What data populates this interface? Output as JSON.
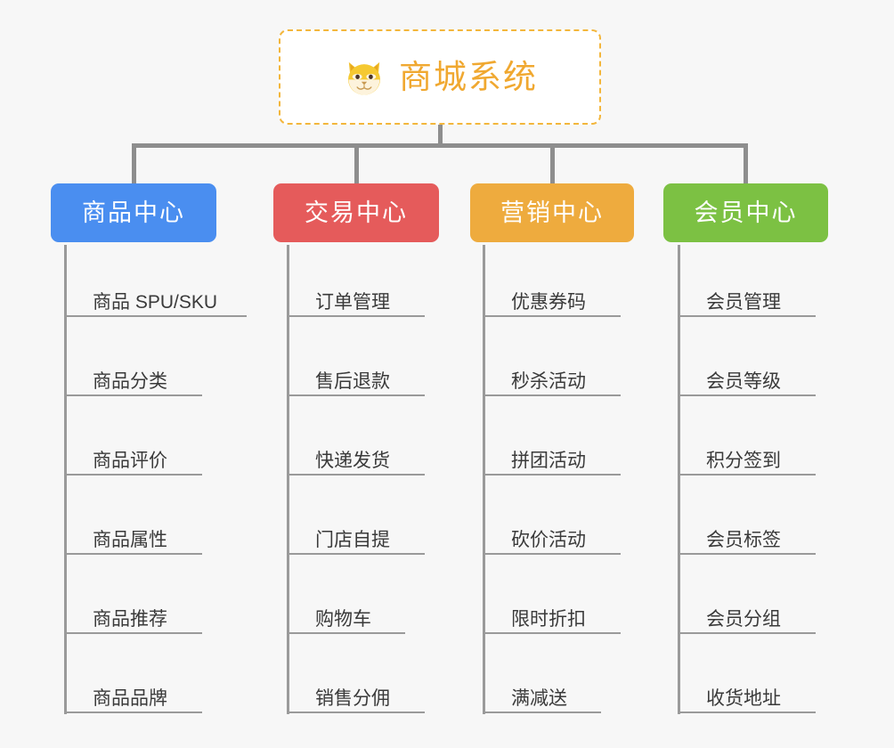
{
  "page": {
    "background_color": "#f7f7f7",
    "line_color": "#8e8e8e"
  },
  "root": {
    "title": "商城系统",
    "icon": "shiba-dog-icon",
    "text_color": "#f0a830",
    "border_color": "#f3b63c",
    "background_color": "#ffffff"
  },
  "columns": [
    {
      "id": "product-center",
      "label": "商品中心",
      "color": "#4a8ef0",
      "items": [
        "商品 SPU/SKU",
        "商品分类",
        "商品评价",
        "商品属性",
        "商品推荐",
        "商品品牌"
      ]
    },
    {
      "id": "trade-center",
      "label": "交易中心",
      "color": "#e55b5b",
      "items": [
        "订单管理",
        "售后退款",
        "快递发货",
        "门店自提",
        "购物车",
        "销售分佣"
      ]
    },
    {
      "id": "marketing-center",
      "label": "营销中心",
      "color": "#eeab3e",
      "items": [
        "优惠券码",
        "秒杀活动",
        "拼团活动",
        "砍价活动",
        "限时折扣",
        "满减送"
      ]
    },
    {
      "id": "member-center",
      "label": "会员中心",
      "color": "#7cc143",
      "items": [
        "会员管理",
        "会员等级",
        "积分签到",
        "会员标签",
        "会员分组",
        "收货地址"
      ]
    }
  ]
}
